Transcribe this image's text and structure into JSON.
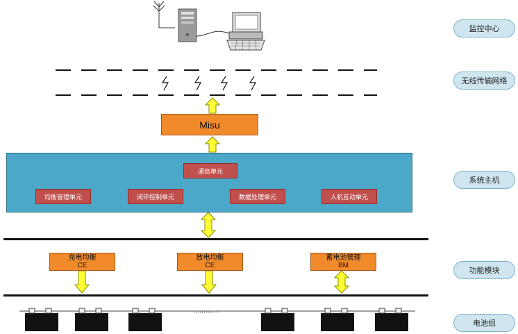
{
  "layers": [
    {
      "key": "monitor",
      "label": "监控中心"
    },
    {
      "key": "wireless",
      "label": "无线传输网络"
    },
    {
      "key": "host",
      "label": "系统主机"
    },
    {
      "key": "function",
      "label": "功能模块"
    },
    {
      "key": "battery",
      "label": "电池组"
    }
  ],
  "misu": {
    "label": "Misu"
  },
  "host_units": {
    "comm": "通信单元",
    "balance_mgmt": "均衡管理单元",
    "closed_loop": "闭环控制单元",
    "data_proc": "数据处理单元",
    "hmi": "人机互动单元"
  },
  "function_modules": [
    {
      "title": "充电均衡",
      "code": "CE"
    },
    {
      "title": "放电均衡",
      "code": "CE"
    },
    {
      "title": "蓄电池管理",
      "code": "BM"
    }
  ],
  "battery_ellipsis": "………….",
  "colors": {
    "orange": "#f18a2b",
    "host_blue": "#4ba8c8",
    "unit_red": "#c0504d",
    "arrow_yellow": "#ffff33",
    "label_bg": "#cfe6f0"
  }
}
